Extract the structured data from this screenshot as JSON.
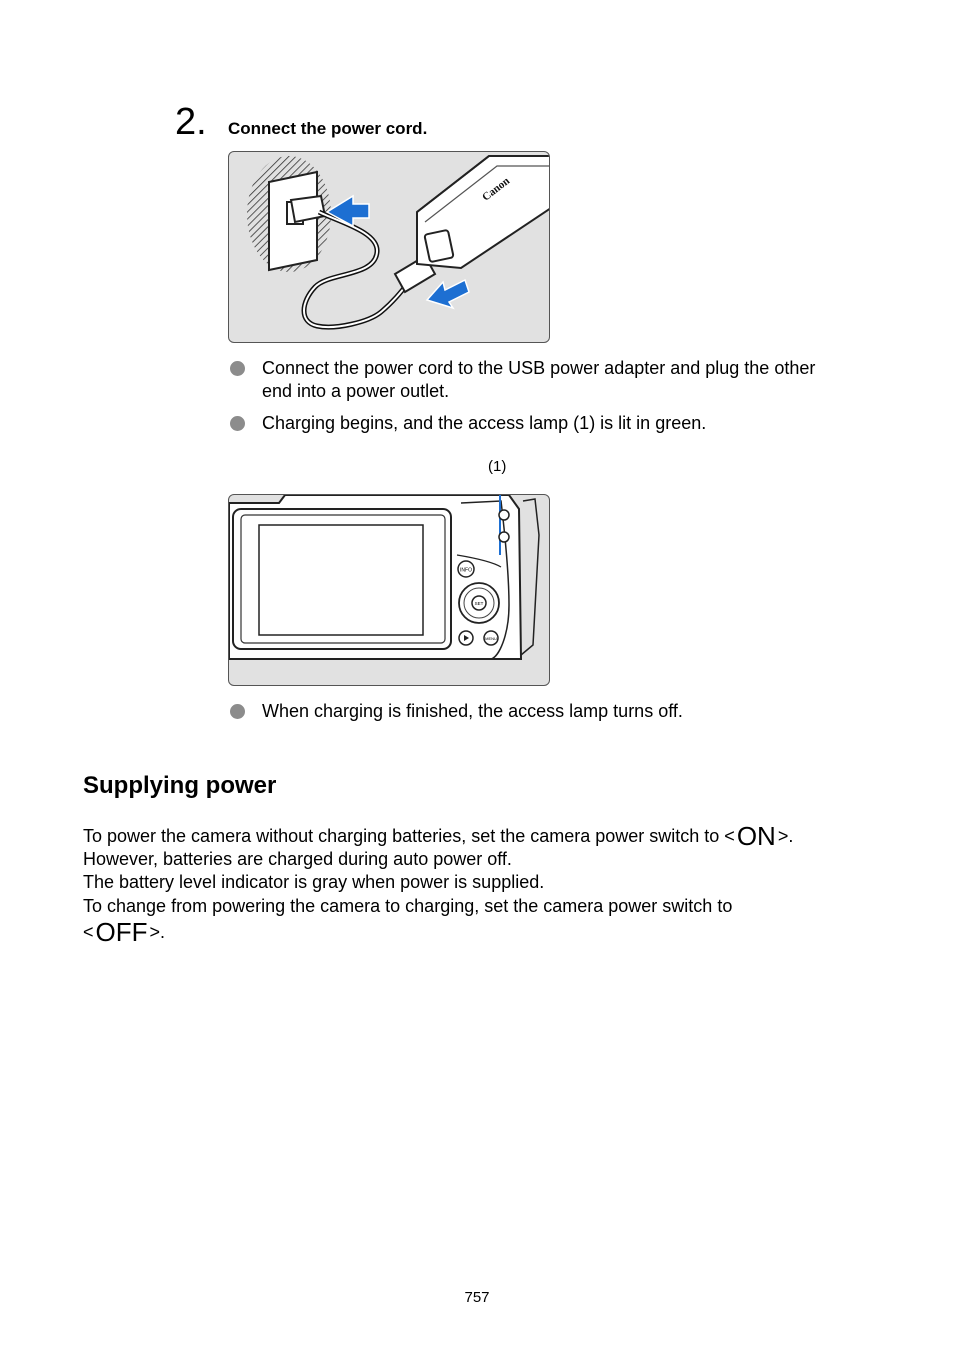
{
  "step": {
    "number": "2.",
    "title": "Connect the power cord."
  },
  "figure1": {
    "brand": "Canon"
  },
  "bullets_a": [
    "Connect the power cord to the USB power adapter and plug the other",
    "end into a power outlet.",
    "Charging begins, and the access lamp (1) is lit in green."
  ],
  "figure2": {
    "callout": "(1)",
    "button_info": "INFO",
    "button_set": "SET",
    "button_menu": "MENU"
  },
  "bullets_b": [
    "When charging is finished, the access lamp turns off."
  ],
  "section": {
    "title": "Supplying power",
    "line1_pre": "To power the camera without charging batteries, set the camera power switch to <",
    "line1_mode": "ON",
    "line1_post": ">.",
    "line2": "However, batteries are charged during auto power off.",
    "line3": "The battery level indicator is gray when power is supplied.",
    "line4": "To change from powering the camera to charging, set the camera power switch to",
    "line5_pre": "<",
    "line5_mode": "OFF",
    "line5_post": ">."
  },
  "footer": {
    "page_number": "757"
  }
}
